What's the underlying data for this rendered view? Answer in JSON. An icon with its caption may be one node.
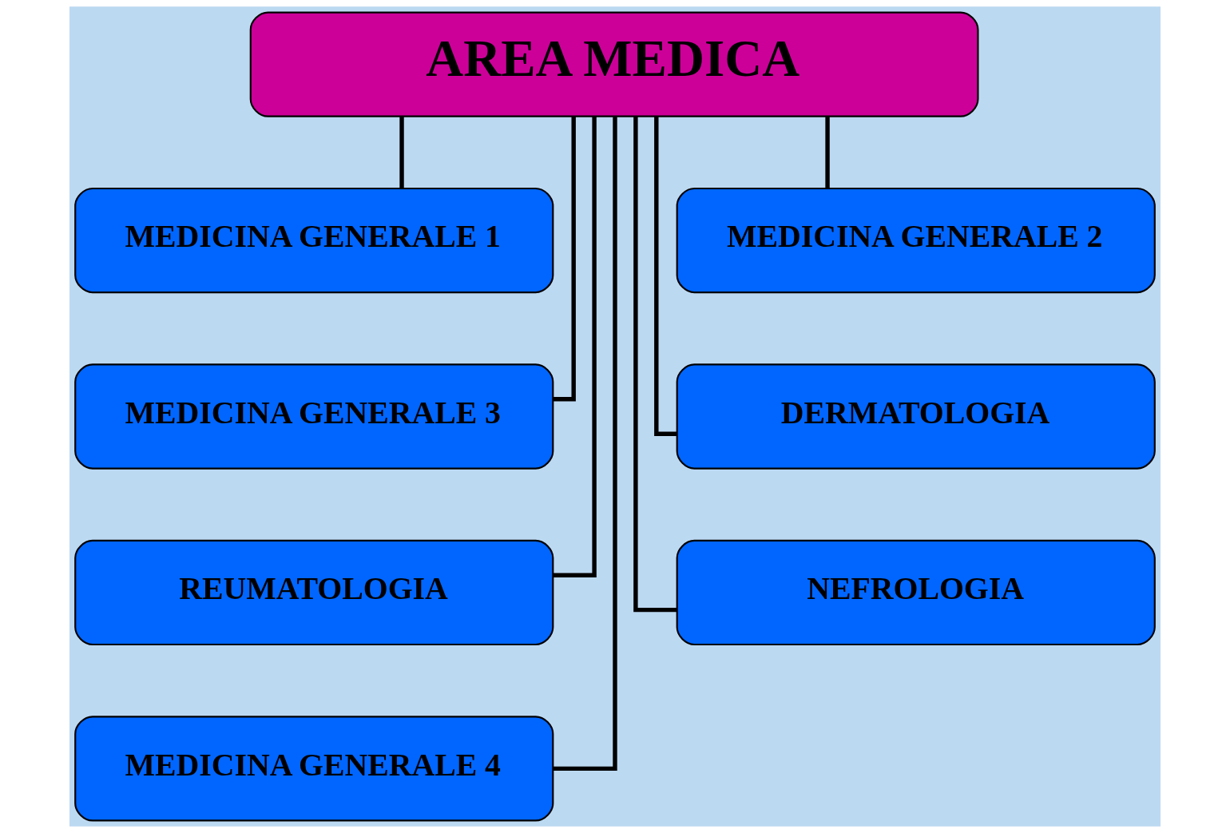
{
  "diagram": {
    "nodes": [
      {
        "text": [
          "AREA MEDICA"
        ]
      },
      {
        "text": [
          "MEDICINA GENERALE 1"
        ]
      },
      {
        "text": [
          "MEDICINA GENERALE 2"
        ]
      },
      {
        "text": [
          "MEDICINA GENERALE 3"
        ]
      },
      {
        "text": [
          "DERMATOLOGIA"
        ]
      },
      {
        "text": [
          "REUMATOLOGIA"
        ]
      },
      {
        "text": [
          "NEFROLOGIA"
        ]
      },
      {
        "text": [
          "MEDICINA GENERALE 4"
        ]
      }
    ],
    "edges": [
      {
        "from": 0,
        "to": 1,
        "arrow": "none"
      },
      {
        "from": 0,
        "to": 2,
        "arrow": "none"
      },
      {
        "from": 0,
        "to": 3,
        "arrow": "none"
      },
      {
        "from": 0,
        "to": 4,
        "arrow": "none"
      },
      {
        "from": 0,
        "to": 5,
        "arrow": "none"
      },
      {
        "from": 0,
        "to": 6,
        "arrow": "none"
      },
      {
        "from": 0,
        "to": 7,
        "arrow": "none"
      }
    ]
  }
}
